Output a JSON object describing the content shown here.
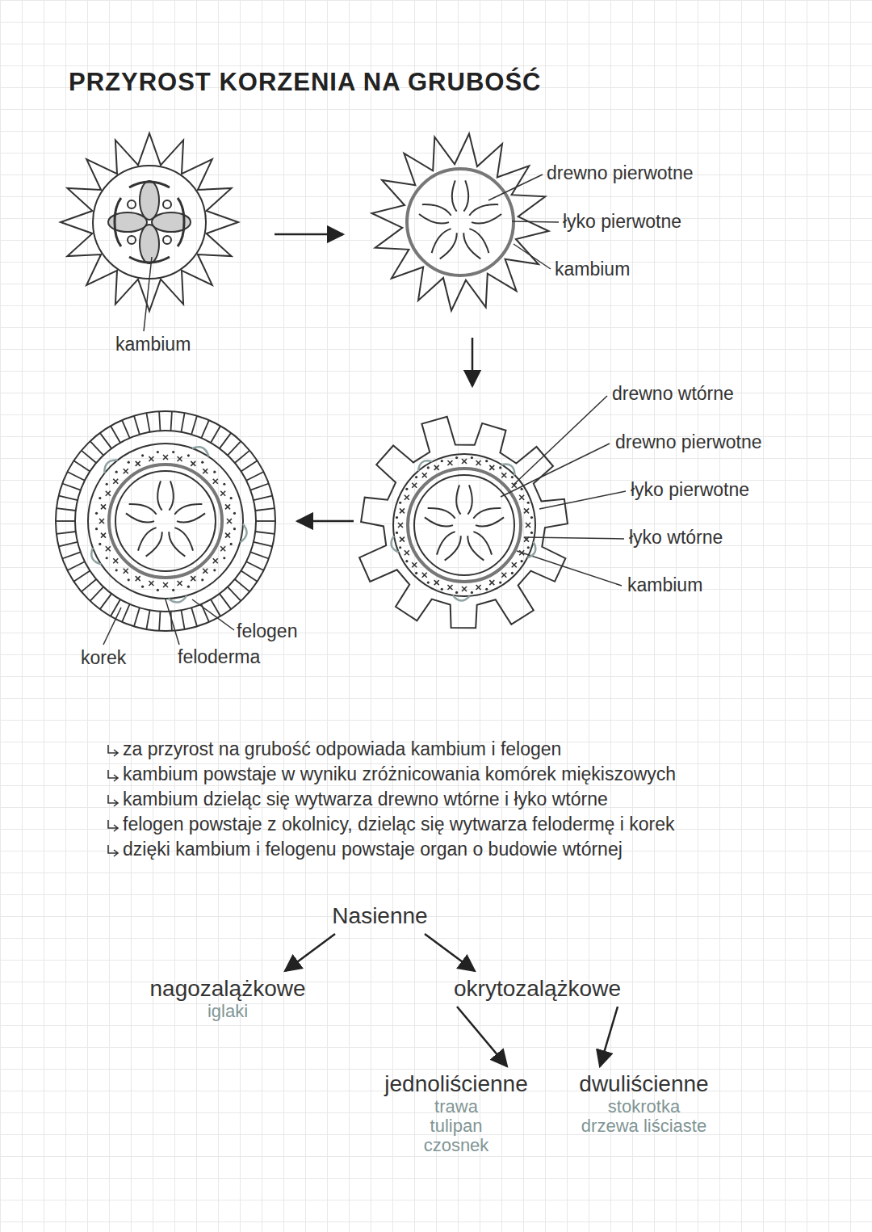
{
  "diagram": {
    "title": "PRZYROST KORZENIA NA GRUBOŚĆ",
    "nodes": [
      {
        "text": [
          "Nasienne"
        ]
      },
      {
        "text": [
          "nagozalążkowe",
          "iglaki"
        ]
      },
      {
        "text": [
          "okrytozalążkowe"
        ]
      },
      {
        "text": [
          "jednoliścienne",
          "trawa",
          "tulipan",
          "czosnek"
        ]
      },
      {
        "text": [
          "dwuliścienne",
          "stokrotka",
          "drzewa liściaste"
        ]
      }
    ],
    "edges": [
      {
        "from": 0,
        "to": 1,
        "arrow": "to"
      },
      {
        "from": 0,
        "to": 2,
        "arrow": "to"
      },
      {
        "from": 2,
        "to": 3,
        "arrow": "to"
      },
      {
        "from": 2,
        "to": 4,
        "arrow": "to"
      }
    ],
    "labels": [
      "kambium",
      "drewno pierwotne",
      "łyko pierwotne",
      "kambium",
      "drewno wtórne",
      "drewno pierwotne",
      "łyko pierwotne",
      "łyko wtórne",
      "kambium",
      "korek",
      "felogen",
      "feloderma",
      "za przyrost na grubość odpowiada kambium i felogen",
      "kambium powstaje w wyniku zróżnicowania komórek miękiszowych",
      "kambium dzieląc się wytwarza drewno wtórne i łyko wtórne",
      "felogen powstaje z okolnicy, dzieląc się wytwarza felodermę i korek",
      "dzięki kambium i felogenu powstaje organ o budowie wtórnej"
    ]
  }
}
